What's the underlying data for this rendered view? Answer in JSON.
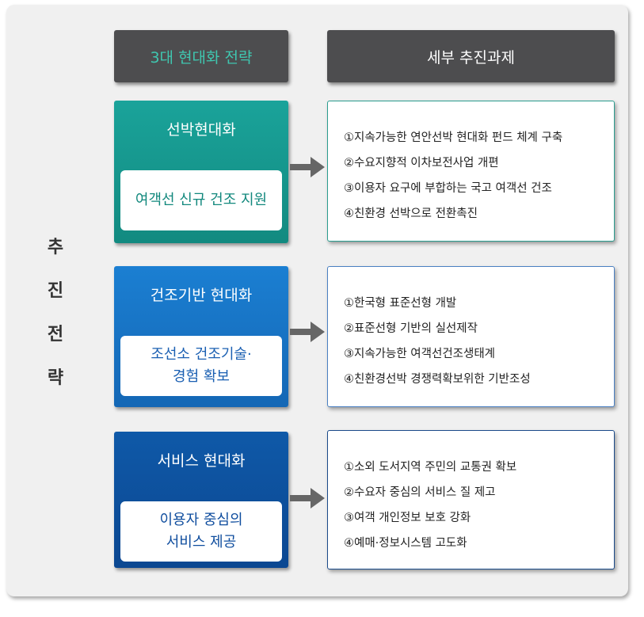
{
  "side_label": [
    "추",
    "진",
    "전",
    "략"
  ],
  "headers": {
    "left": "3대 현대화 전략",
    "right": "세부 추진과제"
  },
  "strategies": [
    {
      "title": "선박현대화",
      "goal": "여객선 신규 건조 지원",
      "tasks": [
        "①지속가능한 연안선박 현대화 펀드 체계 구축",
        "②수요지향적 이차보전사업 개편",
        "③이용자 요구에 부합하는 국고 여객선 건조",
        "④친환경 선박으로 전환촉진"
      ]
    },
    {
      "title": "건조기반 현대화",
      "goal": "조선소 건조기술·\n경험 확보",
      "tasks": [
        "①한국형 표준선형 개발",
        "②표준선형 기반의 실선제작",
        "③지속가능한 여객선건조생태계",
        "④친환경선박 경쟁력확보위한 기반조성"
      ]
    },
    {
      "title": "서비스 현대화",
      "goal": "이용자 중심의\n서비스 제공",
      "tasks": [
        "①소외 도서지역 주민의 교통권 확보",
        "②수요자 중심의 서비스 질 제고",
        "③여객 개인정보 보호 강화",
        "④예매·정보시스템 고도화"
      ]
    }
  ],
  "colors": {
    "header_bg": "#4d4d4f",
    "header_left_text": "#3fc7b0",
    "strategy_1": "#1aa39a",
    "strategy_2": "#1b7fd2",
    "strategy_3": "#0f59a8",
    "arrow": "#666666"
  }
}
